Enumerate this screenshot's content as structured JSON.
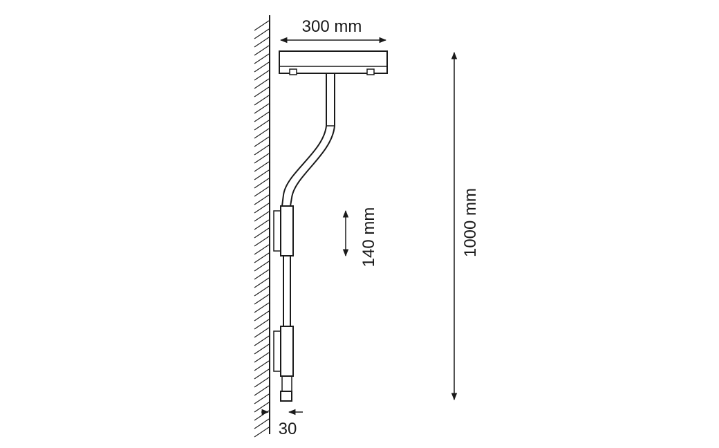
{
  "diagram": {
    "dimensions": {
      "width_label": "300 mm",
      "total_height_label": "1000 mm",
      "segment_label": "140 mm",
      "wall_offset_label": "30"
    }
  }
}
